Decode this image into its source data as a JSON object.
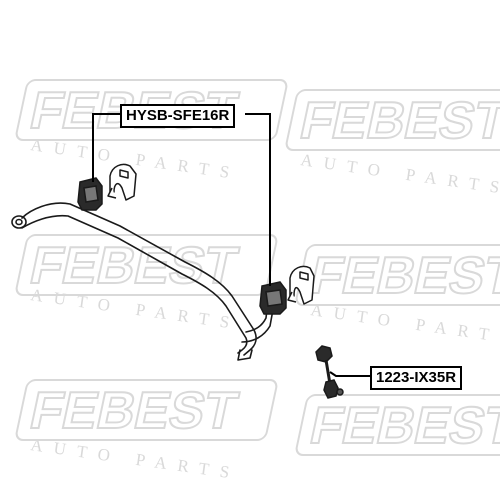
{
  "watermark": {
    "brand": "FEBEST",
    "tagline": "AUTO PARTS",
    "color": "#d9d9d9"
  },
  "parts": {
    "bushing": {
      "part_number": "HYSB-SFE16R"
    },
    "link": {
      "part_number": "1223-IX35R"
    }
  },
  "colors": {
    "line": "#000000",
    "drawing": "#1a1a1a",
    "background": "#ffffff"
  }
}
